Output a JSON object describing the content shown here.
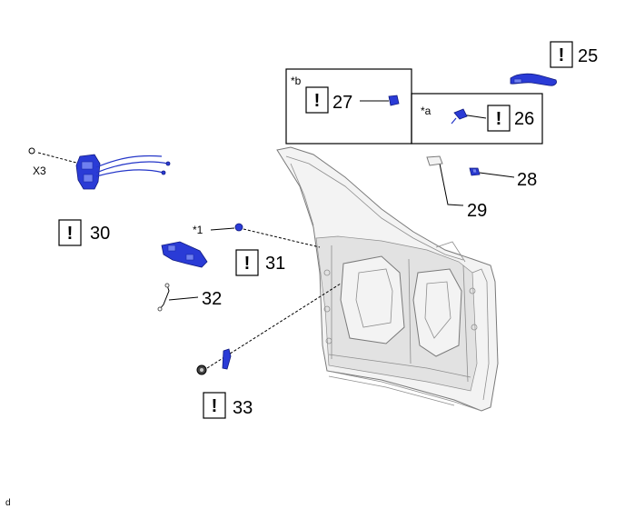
{
  "callouts": {
    "c25": "25",
    "c26": "26",
    "c27": "27",
    "c28": "28",
    "c29": "29",
    "c30": "30",
    "c31": "31",
    "c32": "32",
    "c33": "33"
  },
  "notes": {
    "star_a": "*a",
    "star_b": "*b",
    "star_1": "*1",
    "x3": "X3",
    "corner": "d"
  },
  "attention_symbol": "!",
  "colors": {
    "part_blue": "#2a3bd6",
    "door_gray": "#f3f3f3"
  }
}
